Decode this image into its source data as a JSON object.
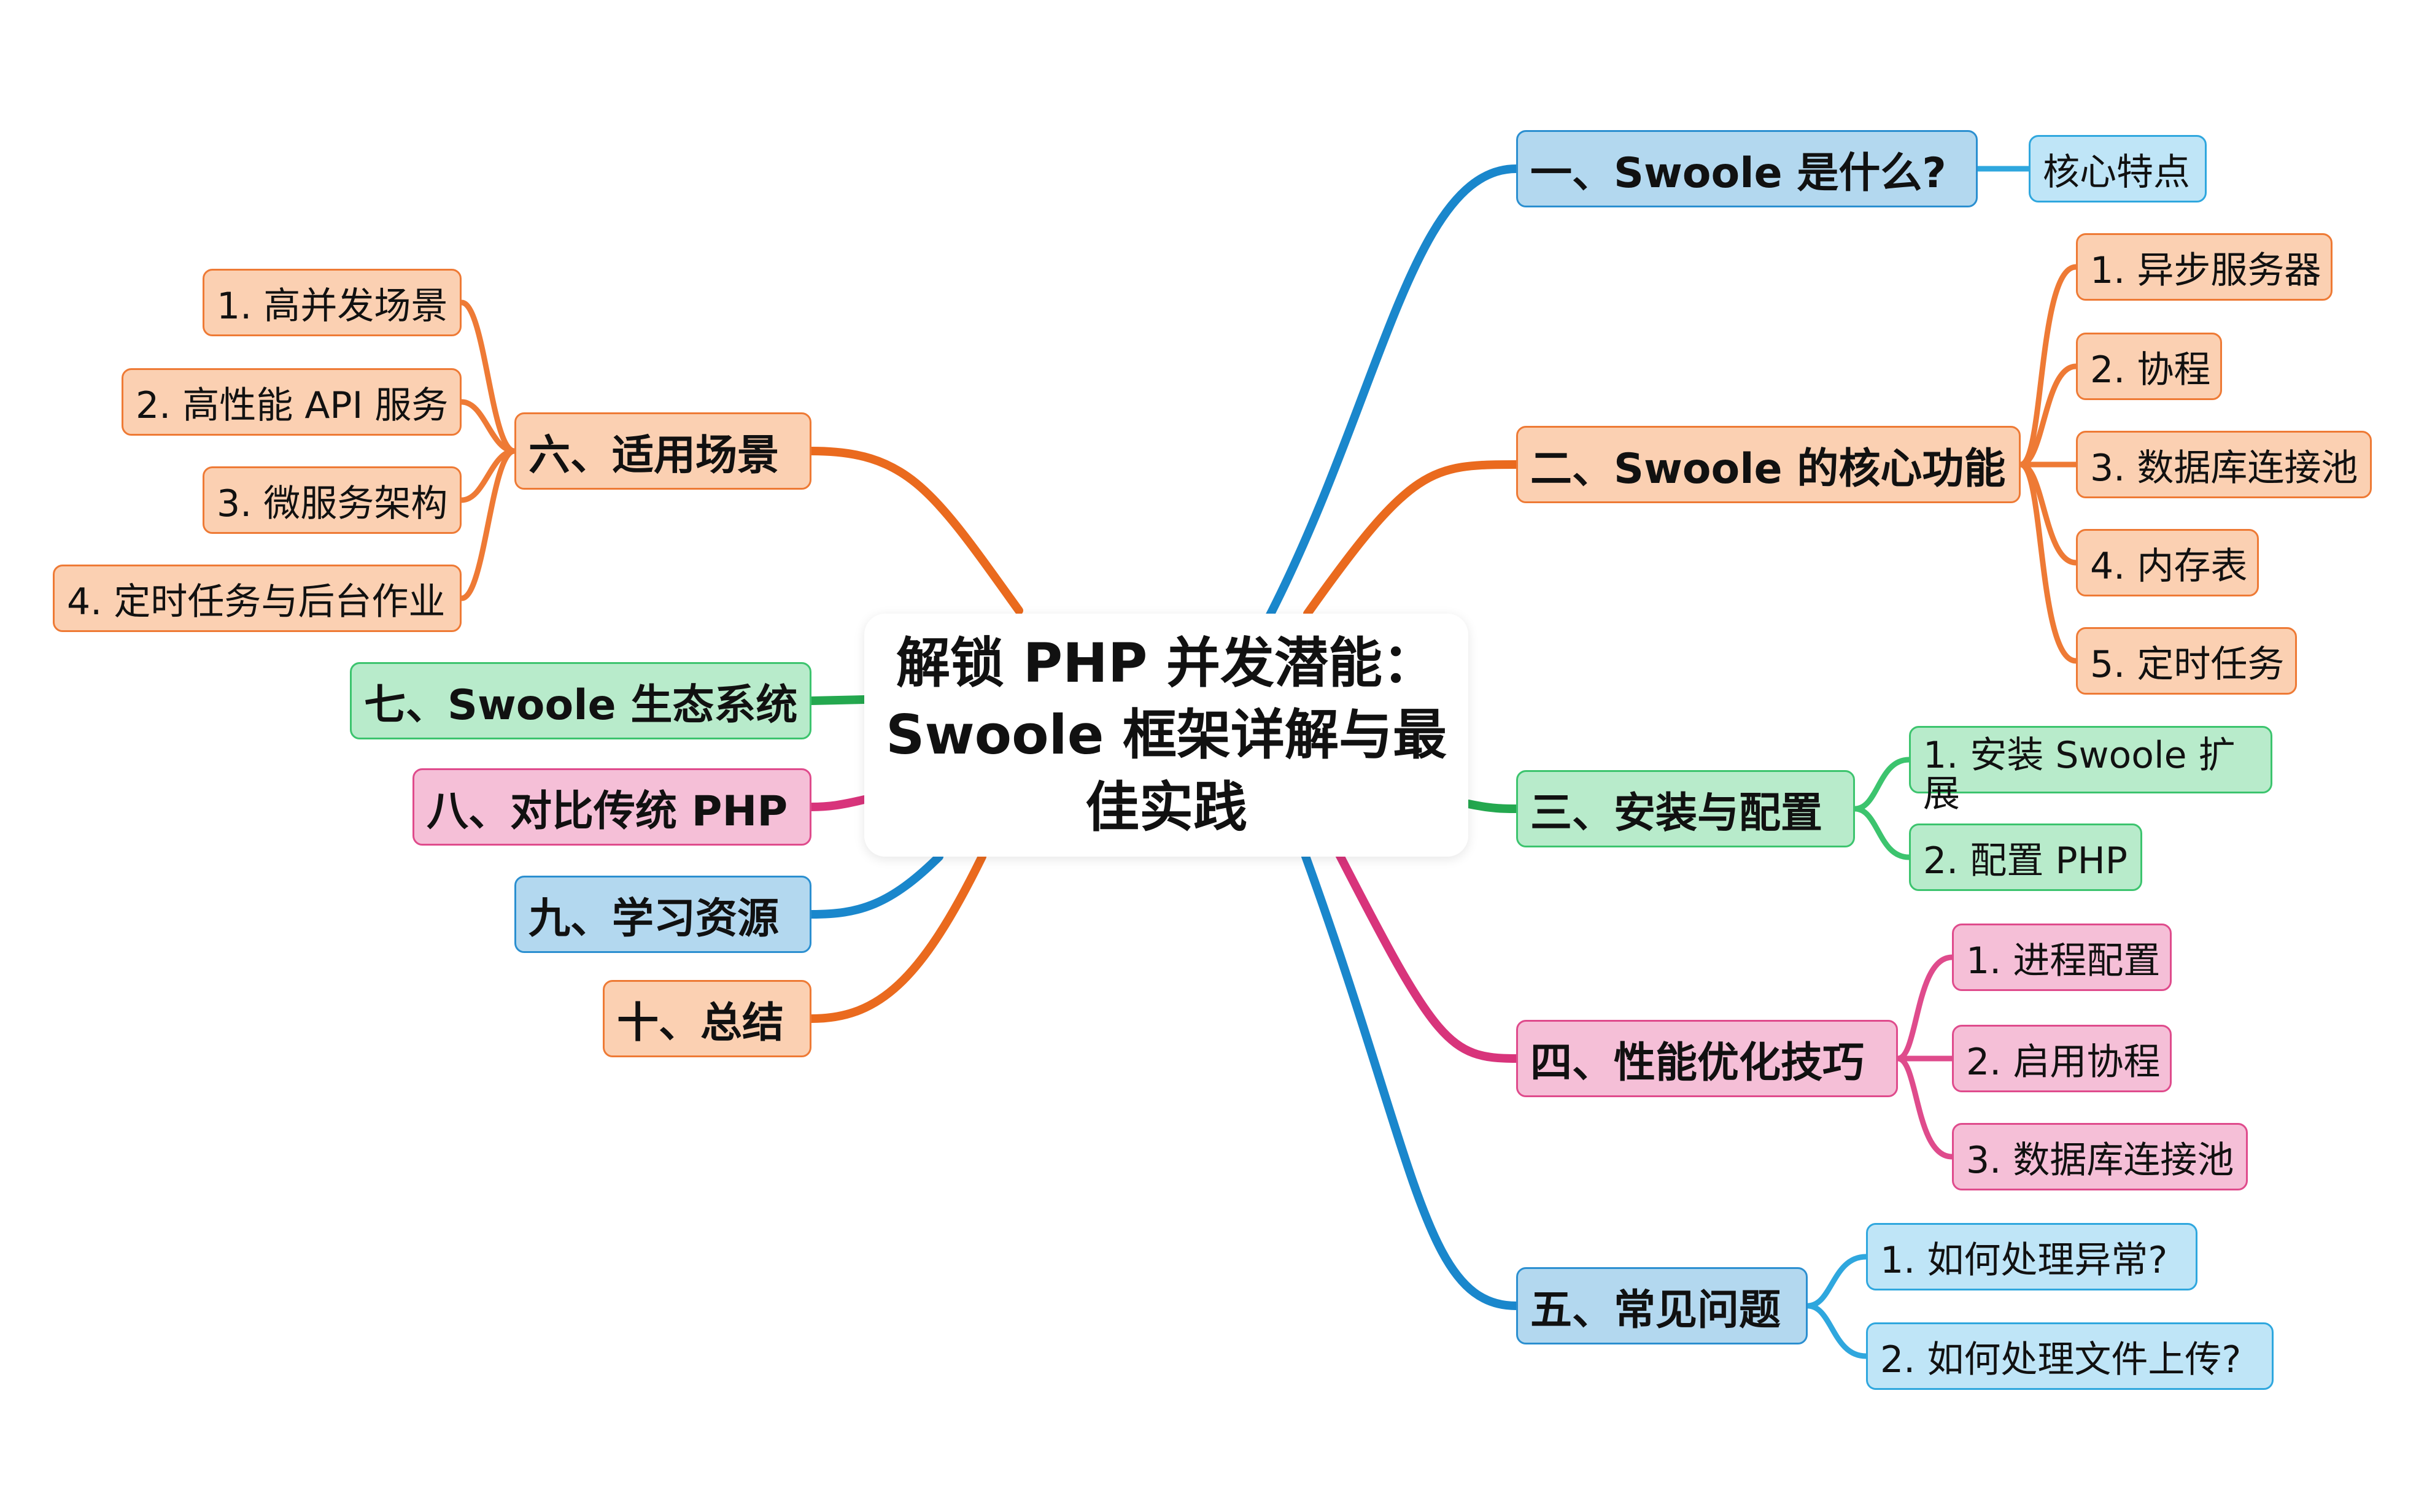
{
  "center": {
    "title": "解锁 PHP 并发潜能：Swoole 框架详解与最佳实践"
  },
  "right": [
    {
      "label": "一、Swoole 是什么?",
      "children": [
        "核心特点"
      ]
    },
    {
      "label": "二、Swoole 的核心功能",
      "children": [
        "1. 异步服务器",
        "2. 协程",
        "3. 数据库连接池",
        "4. 内存表",
        "5. 定时任务"
      ]
    },
    {
      "label": "三、安装与配置",
      "children": [
        "1. 安装 Swoole 扩展",
        "2. 配置 PHP"
      ]
    },
    {
      "label": "四、性能优化技巧",
      "children": [
        "1. 进程配置",
        "2. 启用协程",
        "3. 数据库连接池"
      ]
    },
    {
      "label": "五、常见问题",
      "children": [
        "1. 如何处理异常?",
        "2. 如何处理文件上传?"
      ]
    }
  ],
  "left": [
    {
      "label": "六、适用场景",
      "children": [
        "1. 高并发场景",
        "2. 高性能 API 服务",
        "3. 微服务架构",
        "4. 定时任务与后台作业"
      ]
    },
    {
      "label": "七、Swoole 生态系统",
      "children": []
    },
    {
      "label": "八、对比传统 PHP",
      "children": []
    },
    {
      "label": "九、学习资源",
      "children": []
    },
    {
      "label": "十、总结",
      "children": []
    }
  ],
  "colors": {
    "blue_branch": "#1a87cc",
    "orange_branch": "#ea6a1e",
    "green_branch": "#24a84f",
    "pink_branch": "#d8347b"
  }
}
